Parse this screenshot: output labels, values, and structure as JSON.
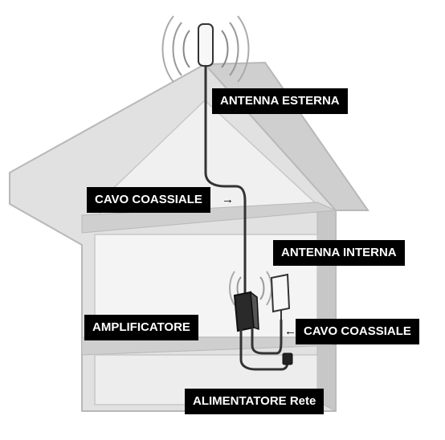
{
  "labels": {
    "antenna_esterna": "ANTENNA ESTERNA",
    "cavo_coassiale_top": "CAVO COASSIALE",
    "antenna_interna": "ANTENNA INTERNA",
    "amplificatore": "AMPLIFICATORE",
    "cavo_coassiale_bottom": "CAVO COASSIALE",
    "alimentatore": "ALIMENTATORE Rete"
  },
  "colors": {
    "label_bg": "#000000",
    "label_text": "#ffffff",
    "house_fill": "#d9d9d9",
    "house_stroke": "#bdbdbd",
    "cable": "#333333"
  }
}
